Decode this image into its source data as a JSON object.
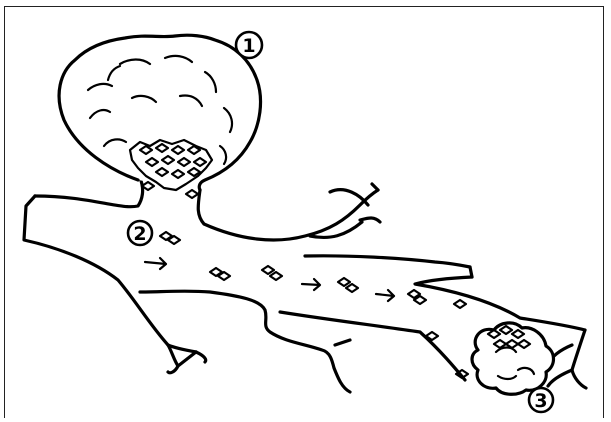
{
  "labels": {
    "label_1": "1",
    "label_2": "2",
    "label_3": "3"
  },
  "icons": {
    "primary_tumor": "primary-tumor-icon",
    "blood_vessel": "blood-vessel-icon",
    "circulating_cells": "tumor-cell-cluster-icon",
    "secondary_tumor": "secondary-tumor-icon",
    "flow_arrows": "arrow-right-icon"
  },
  "colors": {
    "ink": "#000000",
    "background": "#ffffff"
  }
}
